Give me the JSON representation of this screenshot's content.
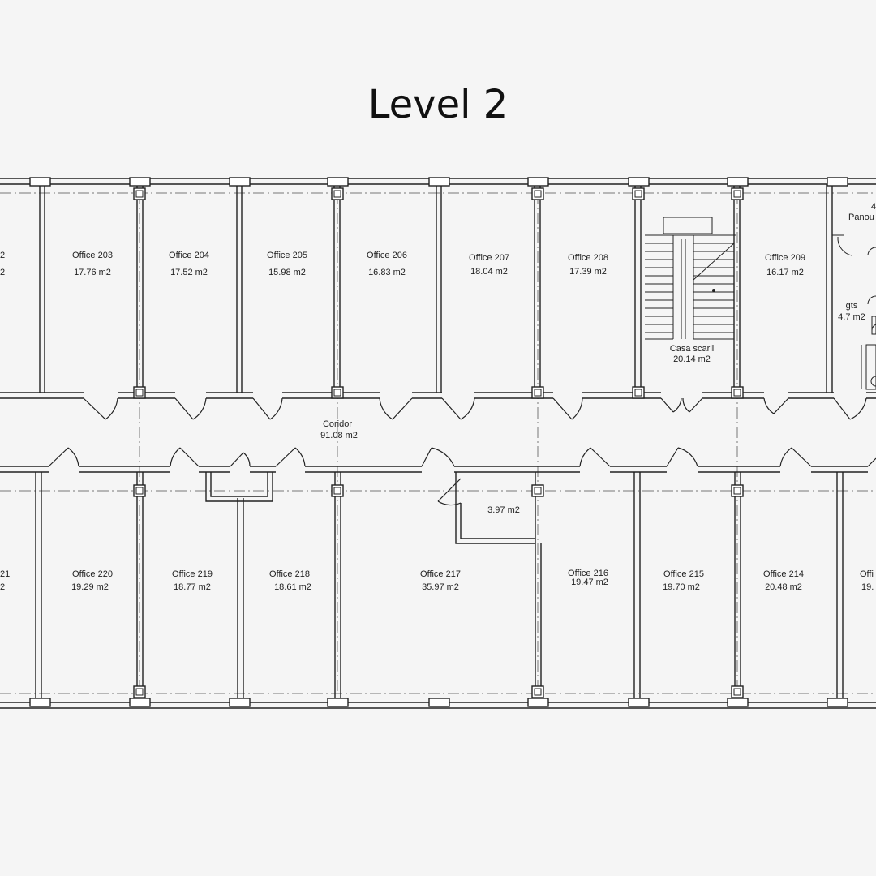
{
  "title": "Level 2",
  "rooms_top": [
    {
      "id": "r202",
      "name": "2",
      "area": "2"
    },
    {
      "id": "r203",
      "name": "Office 203",
      "area": "17.76 m2"
    },
    {
      "id": "r204",
      "name": "Office 204",
      "area": "17.52 m2"
    },
    {
      "id": "r205",
      "name": "Office 205",
      "area": "15.98 m2"
    },
    {
      "id": "r206",
      "name": "Office 206",
      "area": "16.83 m2"
    },
    {
      "id": "r207",
      "name": "Office 207",
      "area": "18.04 m2"
    },
    {
      "id": "r208",
      "name": "Office 208",
      "area": "17.39 m2"
    },
    {
      "id": "stair",
      "name": "Casa scarii",
      "area": "20.14 m2"
    },
    {
      "id": "r209",
      "name": "Office 209",
      "area": "16.17 m2"
    },
    {
      "id": "panou",
      "name": "Panou",
      "area": "4"
    },
    {
      "id": "gts",
      "name": "gts",
      "area": "4.7 m2"
    }
  ],
  "corridor": {
    "name": "Coridor",
    "area": "91.08 m2"
  },
  "small_room": {
    "area": "3.97 m2"
  },
  "rooms_bottom": [
    {
      "id": "r221",
      "name": "21",
      "area": "2"
    },
    {
      "id": "r220",
      "name": "Office 220",
      "area": "19.29 m2"
    },
    {
      "id": "r219",
      "name": "Office 219",
      "area": "18.77 m2"
    },
    {
      "id": "r218",
      "name": "Office 218",
      "area": "18.61 m2"
    },
    {
      "id": "r217",
      "name": "Office 217",
      "area": "35.97 m2"
    },
    {
      "id": "r216",
      "name": "Office 216",
      "area": "19.47 m2"
    },
    {
      "id": "r215",
      "name": "Office 215",
      "area": "19.70 m2"
    },
    {
      "id": "r214",
      "name": "Office 214",
      "area": "20.48 m2"
    },
    {
      "id": "r213",
      "name": "Offi",
      "area": "19."
    }
  ]
}
